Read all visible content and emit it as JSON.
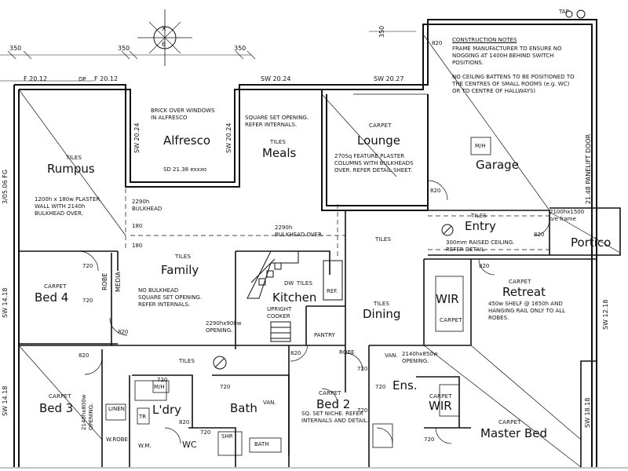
{
  "north": {
    "top": "X",
    "bottom": "6"
  },
  "rooms": {
    "alfresco": "Alfresco",
    "rumpus": "Rumpus",
    "meals": "Meals",
    "lounge": "Lounge",
    "garage": "Garage",
    "family": "Family",
    "entry": "Entry",
    "portico": "Portico",
    "bed4": "Bed 4",
    "kitchen": "Kitchen",
    "dining": "Dining",
    "wir": "WIR",
    "retreat": "Retreat",
    "bed3": "Bed 3",
    "ldry": "L'dry",
    "bath": "Bath",
    "bed2": "Bed 2",
    "ens": "Ens.",
    "wir2": "WIR",
    "master": "Master Bed",
    "wc": "WC"
  },
  "floors": {
    "tiles": "TILES",
    "carpet": "CARPET"
  },
  "notes": {
    "alfresco_brick": "BRICK OVER WINDOWS\nIN ALFRESCO",
    "alfresco_sd": "SD 21.38 exxxo",
    "meals_square": "SQUARE SET OPENING.\nREFER INTERNALS.",
    "lounge_feature": "270Sq FEATURE PLASTER\nCOLUMNS WITH BULKHEADS\nOVER. REFER DETAIL SHEET.",
    "rumpus_wall": "1200h x 180w PLASTER\nWALL WITH 2140h\nBULKHEAD OVER.",
    "bulkhead_2290": "2290h\nBULKHEAD",
    "bulkhead_over": "2290h\nBULKHEAD OVER.",
    "family_nobulk": "NO BULKHEAD\nSQUARE SET OPENING.\nREFER INTERNALS.",
    "opening_2290": "2290hx900w\nOPENING.",
    "upright_cooker": "UPRIGHT\nCOOKER",
    "pantry": "PANTRY",
    "ref": "REF.",
    "entry_ceiling": "300mm RAISED CEILING.\nREFER DETAIL",
    "retreat_shelf": "450w SHELF @ 1650h AND\nHANGING RAIL ONLY TO ALL\nROBES.",
    "ens_opening": "2140hx850w\nOPENING.",
    "bed2_niche": "SQ. SET NICHE. REFER\nINTERNALS AND DETAIL.",
    "bed3_opening": "2140hx800w\nOPENING.",
    "portico_frame": "2100hx1500\no/e frame",
    "mh": "M/H",
    "robe": "ROBE",
    "media": "MEDIA",
    "linen": "LINEN",
    "wrobe": "W.ROBE",
    "wm": "W.M.",
    "tr": "TR",
    "van": "VAN.",
    "shr": "SHR",
    "bath_item": "BATH",
    "dw": "DW",
    "panelift": "21.48 PANELIFT DOOR",
    "tap": "TAP",
    "construction_title": "CONSTRUCTION NOTES",
    "construction_body": "FRAME MANUFACTURER TO ENSURE NO\nNOGGING AT 1400H BEHIND SWITCH\nPOSITIONS.\n\nNO CEILING BATTENS TO BE POSITIONED TO\nTHE CENTRES OF SMALL ROOMS (e.g. WC)\nOR TO CENTRE OF HALLWAYS)"
  },
  "dims": {
    "d350a": "350",
    "d350b": "350",
    "d350c": "350",
    "d350d": "350",
    "f2012a": "F 20.12",
    "dp": "DP",
    "f2012b": "F 20.12",
    "sw2024": "SW 20.24",
    "sw2027": "SW 20.27",
    "sw2024v1": "SW 20.24",
    "sw2024v2": "SW 20.24",
    "fg": "3/05.06 FG",
    "sw1418a": "SW 14.18",
    "sw1418b": "SW 14.18",
    "sw1218": "SW 12.18",
    "sw1818": "SW 18.18",
    "d180a": "180",
    "d180b": "180",
    "d820a": "820",
    "d820b": "820",
    "d820c": "820",
    "d820d": "820",
    "d820e": "820",
    "d820f": "820",
    "d820g": "820",
    "d820h": "820",
    "d720a": "720",
    "d720b": "720",
    "d720c": "720",
    "d720d": "720",
    "d720e": "720",
    "d720f": "720",
    "d720g": "720",
    "d720h": "720",
    "d720i": "720"
  }
}
